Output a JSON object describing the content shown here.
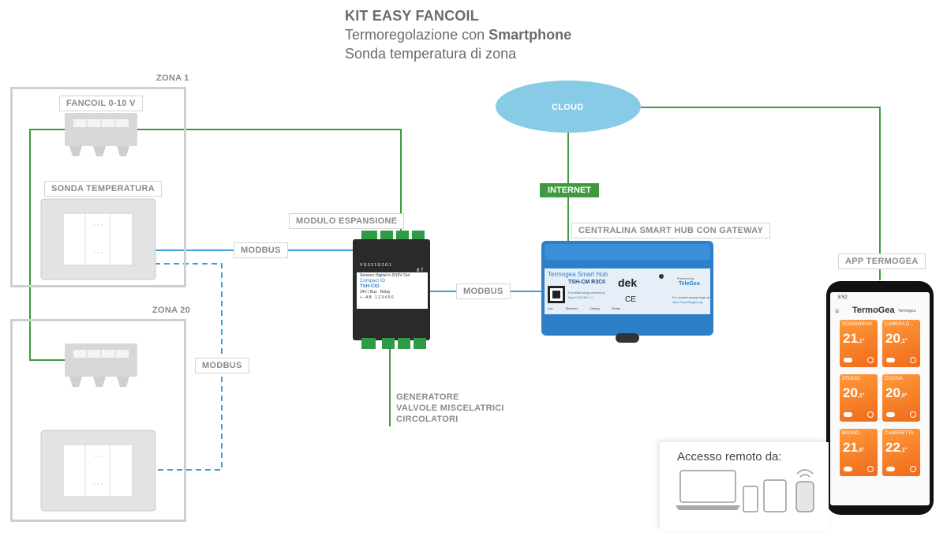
{
  "title": {
    "line1": "KIT EASY FANCOIL",
    "line2_prefix": "Termoregolazione con ",
    "line2_bold": "Smartphone",
    "line3": "Sonda temperatura di zona"
  },
  "zones": {
    "zone1": "ZONA 1",
    "zone20": "ZONA 20"
  },
  "labels": {
    "fancoil": "FANCOIL 0-10 V",
    "sonda": "SONDA TEMPERATURA",
    "modbus_top": "MODBUS",
    "modbus_left": "MODBUS",
    "modbus_mid": "MODBUS",
    "modulo": "MODULO ESPANSIONE",
    "cloud": "CLOUD",
    "internet": "INTERNET",
    "centralina": "CENTRALINA SMART HUB CON GATEWAY",
    "app": "APP TERMOGEA",
    "generatore_1": "GENERATORE",
    "generatore_2": "VALVOLE MISCELATRICI",
    "generatore_3": "CIRCOLATORI"
  },
  "module": {
    "brand": "Compact IO",
    "model": "TSH-CIO",
    "row1": "V G 3 2 1   G 2   G 1",
    "row2": "Sensors    Digital In    0/10V Out",
    "power": "24V | Bus",
    "relay": "Relay",
    "nums": "1 2   3 4   5 6",
    "ab": "+ -  A B",
    "top87": "8 7"
  },
  "hub": {
    "name": "Termogea Smart Hub",
    "model": "TSH-CM R3C0",
    "brand": "dek",
    "ce": "CE",
    "telegea": "TeleGea",
    "powered": "Powered by",
    "initial_setup": "For initial setup connect to",
    "ip": "http://192.168.1.1",
    "remote_access": "For remote access login at",
    "url": "https://my.telegea.org",
    "ports": [
      "Lan",
      "Ethernet",
      "Debug",
      "Relay"
    ]
  },
  "phone": {
    "time": "8:52",
    "app_name": "TermoGea",
    "app_sub": "Termogea",
    "rooms": [
      {
        "name": "SOGGIORNO",
        "int": "21",
        "dec": ",1°"
      },
      {
        "name": "CAMERA D...",
        "int": "20",
        "dec": ",1°"
      },
      {
        "name": "STUDIO",
        "int": "20",
        "dec": ",1°"
      },
      {
        "name": "CUCINA",
        "int": "20",
        "dec": ",0°"
      },
      {
        "name": "BAGNO",
        "int": "21",
        "dec": ",6°"
      },
      {
        "name": "CAMERETTA",
        "int": "22",
        "dec": ",1°"
      }
    ]
  },
  "remote": {
    "title": "Accesso remoto da:"
  },
  "colors": {
    "green_line": "#3f9a3f",
    "blue_line": "#3a9fd3",
    "cloud": "#87cbe6",
    "hub_blue": "#2d7fc8",
    "tile_orange": "#f47b22"
  }
}
